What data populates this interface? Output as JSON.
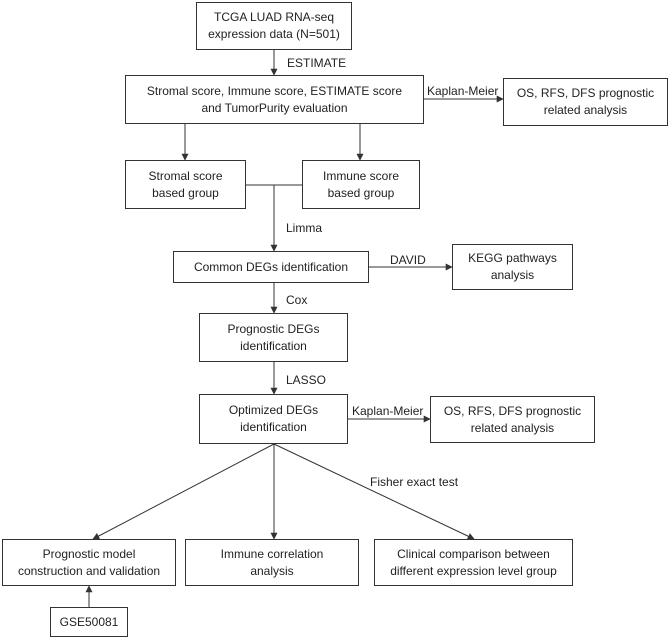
{
  "boxes": {
    "tcga": "TCGA LUAD RNA-seq\nexpression data (N=501)",
    "scores": "Stromal score, Immune score, ESTIMATE score\nand TumorPurity evaluation",
    "os1": "OS, RFS, DFS prognostic\nrelated analysis",
    "stromal_group": "Stromal score\nbased group",
    "immune_group": "Immune score\nbased group",
    "common_degs": "Common DEGs identification",
    "kegg": "KEGG pathways\nanalysis",
    "prog_degs": "Prognostic DEGs\nidentification",
    "opt_degs": "Optimized DEGs\nidentification",
    "os2": "OS, RFS, DFS prognostic\nrelated analysis",
    "model": "Prognostic model\nconstruction and validation",
    "immune_corr": "Immune correlation\nanalysis",
    "clinical": "Clinical comparison between\ndifferent expression level group",
    "gse": "GSE50081"
  },
  "labels": {
    "estimate": "ESTIMATE",
    "km1": "Kaplan-Meier",
    "limma": "Limma",
    "david": "DAVID",
    "cox": "Cox",
    "lasso": "LASSO",
    "km2": "Kaplan-Meier",
    "fisher": "Fisher exact test"
  }
}
